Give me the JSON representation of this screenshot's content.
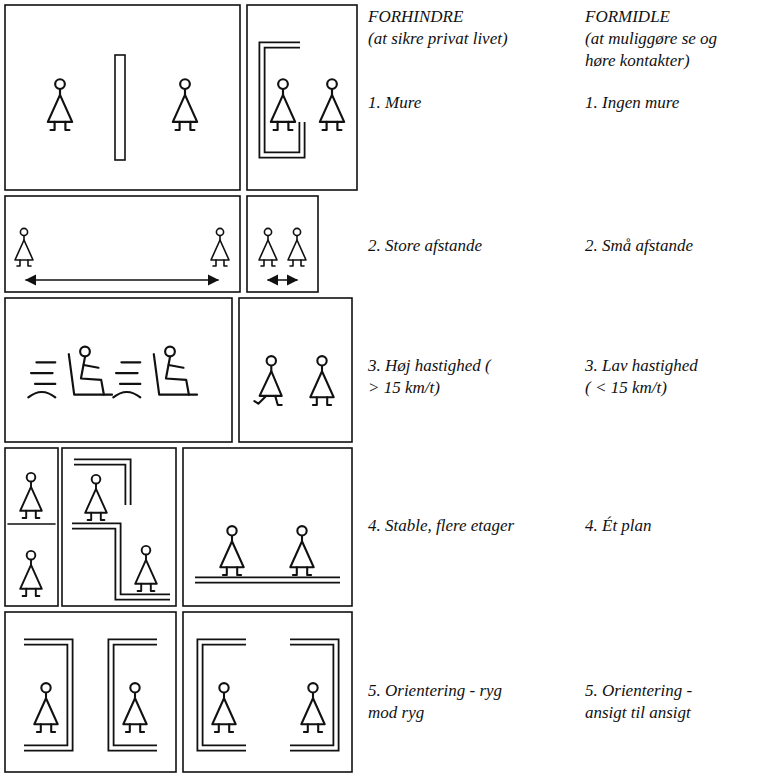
{
  "diagram": {
    "labels": [
      "FORHINDRE",
      "(at sikre privat livet)",
      "FORMIDLE",
      "(at muliggøre se og høre kontakter)",
      "1. Mure",
      "1. Ingen mure",
      "2. Store afstande",
      "2. Små afstande",
      "3. Høj hastighed ( > 15 km/t)",
      "3. Lav hastighed ( < 15 km/t)",
      "4. Stable, flere etager",
      "4. Ét plan",
      "5. Orientering - ryg mod ryg",
      "5. Orientering - ansigt til ansigt"
    ]
  }
}
